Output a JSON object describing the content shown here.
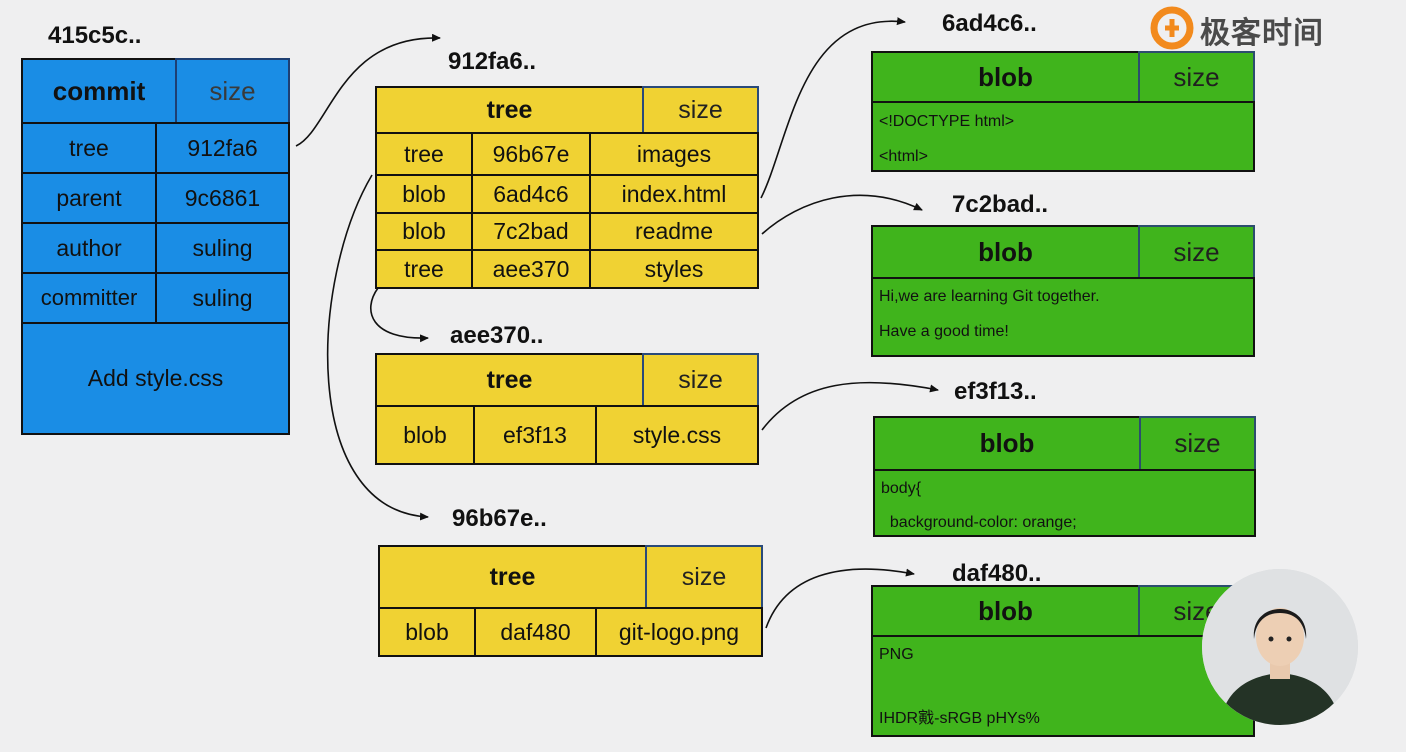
{
  "logo": {
    "text": "极客时间",
    "color": "#f28a1d"
  },
  "colors": {
    "commit": "#1a8de5",
    "tree": "#f0d233",
    "blob": "#40b41c",
    "background": "#efeff0"
  },
  "commit": {
    "hash": "415c5c..",
    "header": {
      "type": "commit",
      "size": "size"
    },
    "rows": [
      {
        "key": "tree",
        "value": "912fa6"
      },
      {
        "key": "parent",
        "value": "9c6861"
      },
      {
        "key": "author",
        "value": "suling"
      },
      {
        "key": "committer",
        "value": "suling"
      }
    ],
    "message": "Add style.css"
  },
  "trees": [
    {
      "hash": "912fa6..",
      "header": {
        "type": "tree",
        "size": "size"
      },
      "rows": [
        {
          "type": "tree",
          "hash": "96b67e",
          "name": "images"
        },
        {
          "type": "blob",
          "hash": "6ad4c6",
          "name": "index.html"
        },
        {
          "type": "blob",
          "hash": "7c2bad",
          "name": "readme"
        },
        {
          "type": "tree",
          "hash": "aee370",
          "name": "styles"
        }
      ]
    },
    {
      "hash": "aee370..",
      "header": {
        "type": "tree",
        "size": "size"
      },
      "rows": [
        {
          "type": "blob",
          "hash": "ef3f13",
          "name": "style.css"
        }
      ]
    },
    {
      "hash": "96b67e..",
      "header": {
        "type": "tree",
        "size": "size"
      },
      "rows": [
        {
          "type": "blob",
          "hash": "daf480",
          "name": "git-logo.png"
        }
      ]
    }
  ],
  "blobs": [
    {
      "hash": "6ad4c6..",
      "header": {
        "type": "blob",
        "size": "size"
      },
      "lines": [
        "<!DOCTYPE html>",
        "<html>"
      ]
    },
    {
      "hash": "7c2bad..",
      "header": {
        "type": "blob",
        "size": "size"
      },
      "lines": [
        "Hi,we are learning Git together.",
        "Have a good time!"
      ]
    },
    {
      "hash": "ef3f13..",
      "header": {
        "type": "blob",
        "size": "size"
      },
      "lines": [
        "body{",
        "  background-color: orange;"
      ]
    },
    {
      "hash": "daf480..",
      "header": {
        "type": "blob",
        "size": "size"
      },
      "lines": [
        "PNG",
        "",
        "IHDR戭-sRGB pHYs%"
      ]
    }
  ]
}
